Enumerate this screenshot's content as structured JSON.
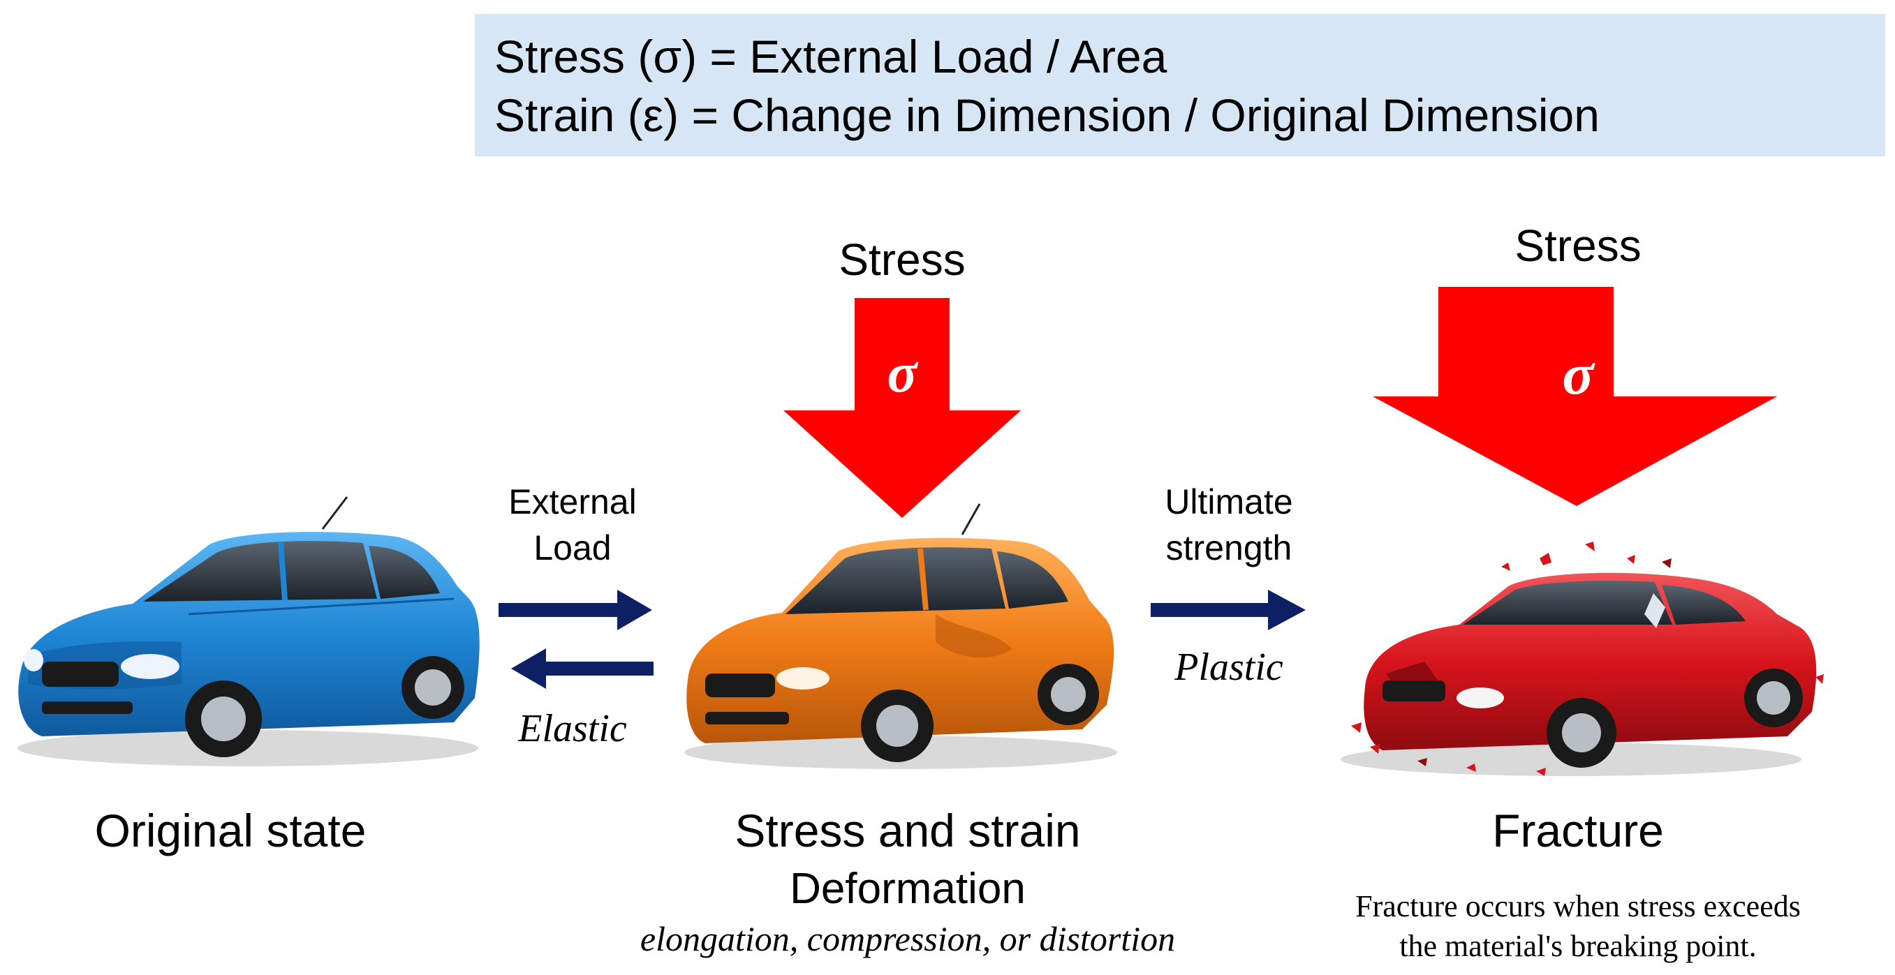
{
  "formulas": {
    "stress": "Stress (σ) = External Load / Area",
    "strain": "Strain (ε) = Change in Dimension / Original Dimension"
  },
  "stages": {
    "original": {
      "title": "Original state"
    },
    "deformation": {
      "title": "Stress and strain",
      "subtitle": "Deformation",
      "note": "elongation, compression, or distortion"
    },
    "fracture": {
      "title": "Fracture",
      "note_line1": "Fracture occurs when stress exceeds",
      "note_line2": "the material's breaking point."
    }
  },
  "stress_arrows": {
    "small": {
      "label": "Stress",
      "symbol": "σ"
    },
    "large": {
      "label": "Stress",
      "symbol": "σ"
    }
  },
  "transitions": {
    "load": {
      "line1": "External",
      "line2": "Load",
      "reverse_label": "Elastic"
    },
    "ultimate": {
      "line1": "Ultimate",
      "line2": "strength",
      "label": "Plastic"
    }
  },
  "colors": {
    "stress_arrow": "#ff0000",
    "transition_arrow": "#0d2063",
    "formula_background": "#d6e6f5",
    "car_original": "#1f86d6",
    "car_deformed": "#f07c16",
    "car_fractured": "#d8141b"
  },
  "icons": {
    "car_original": "blue-sedan",
    "car_deformed": "orange-dented-sedan",
    "car_fractured": "red-crashed-sedan"
  }
}
